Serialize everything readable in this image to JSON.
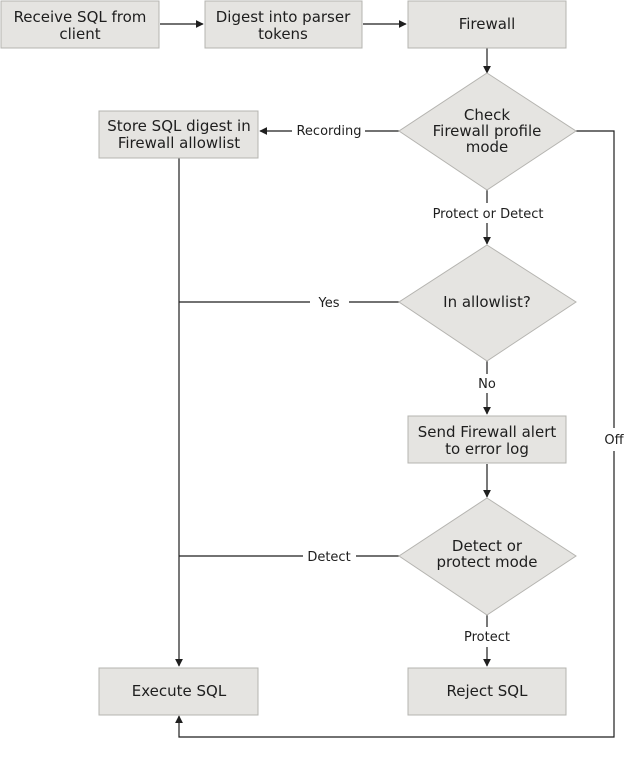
{
  "nodes": {
    "receive": {
      "line1": "Receive SQL from",
      "line2": "client"
    },
    "digest": {
      "line1": "Digest into parser",
      "line2": "tokens"
    },
    "firewall": {
      "line1": "Firewall"
    },
    "check_mode": {
      "line1": "Check",
      "line2": "Firewall profile",
      "line3": "mode"
    },
    "store": {
      "line1": "Store SQL digest in",
      "line2": "Firewall allowlist"
    },
    "in_allowlist": {
      "line1": "In allowlist?"
    },
    "send_alert": {
      "line1": "Send Firewall alert",
      "line2": "to error log"
    },
    "detect_or_protect": {
      "line1": "Detect or",
      "line2": "protect mode"
    },
    "execute": {
      "line1": "Execute SQL"
    },
    "reject": {
      "line1": "Reject SQL"
    }
  },
  "edges": {
    "recording": "Recording",
    "protect_or_detect": "Protect or Detect",
    "off": "Off",
    "yes": "Yes",
    "no": "No",
    "detect": "Detect",
    "protect": "Protect"
  },
  "colors": {
    "box_fill": "#e5e4e1",
    "box_stroke": "#b5b4b0",
    "line": "#1f1f1f",
    "text": "#1e1e1e"
  }
}
